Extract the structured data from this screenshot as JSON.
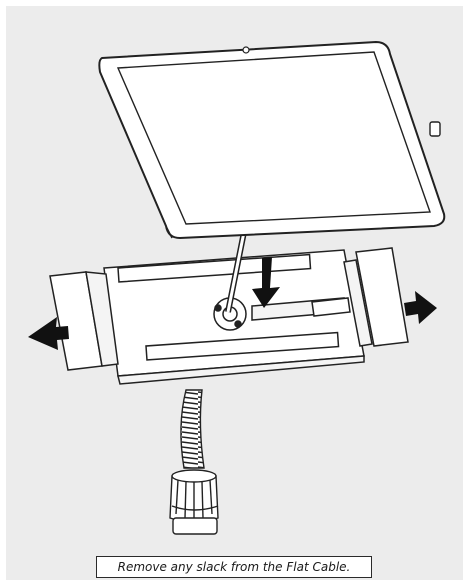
{
  "caption": "Remove any slack from the Flat Cable.",
  "colors": {
    "panel": "#ececec",
    "line": "#222222",
    "arrow": "#111111",
    "part": "#ffffff"
  },
  "icons": [
    "tablet",
    "tablet-holder",
    "screwdriver",
    "gooseneck",
    "base-knob",
    "direction-arrow"
  ]
}
